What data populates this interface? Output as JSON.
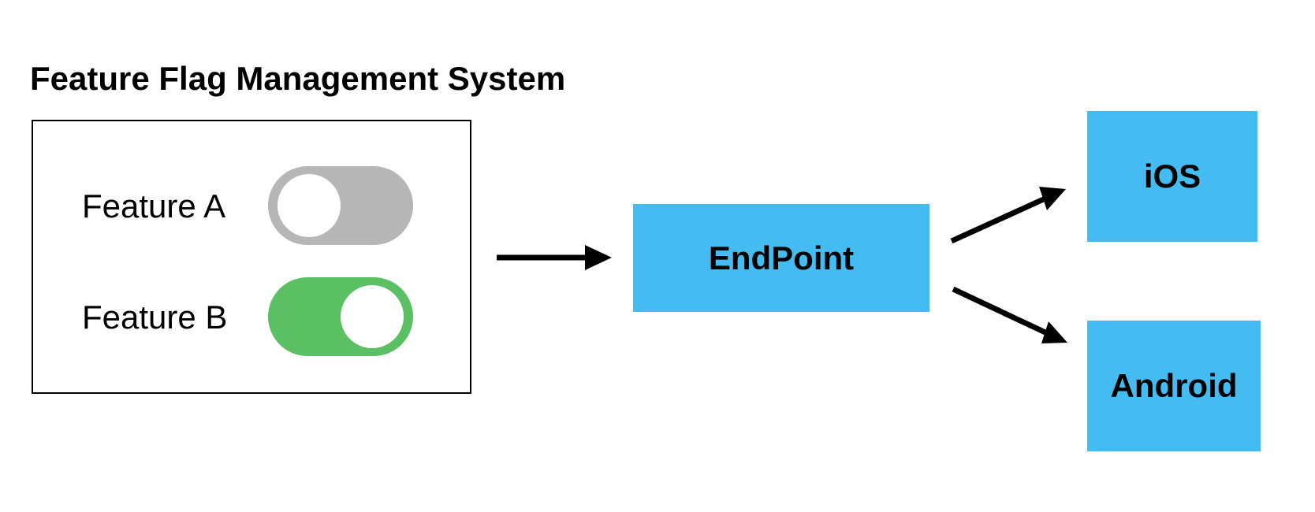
{
  "title": "Feature Flag Management System",
  "features": [
    {
      "label": "Feature A",
      "enabled": false
    },
    {
      "label": "Feature B",
      "enabled": true
    }
  ],
  "nodes": {
    "endpoint": "EndPoint",
    "ios": "iOS",
    "android": "Android"
  },
  "colors": {
    "node_fill": "#45BCF1",
    "toggle_on": "#5BBF63",
    "toggle_off": "#B6B6B6",
    "knob": "#FFFFFF",
    "stroke": "#000000"
  }
}
